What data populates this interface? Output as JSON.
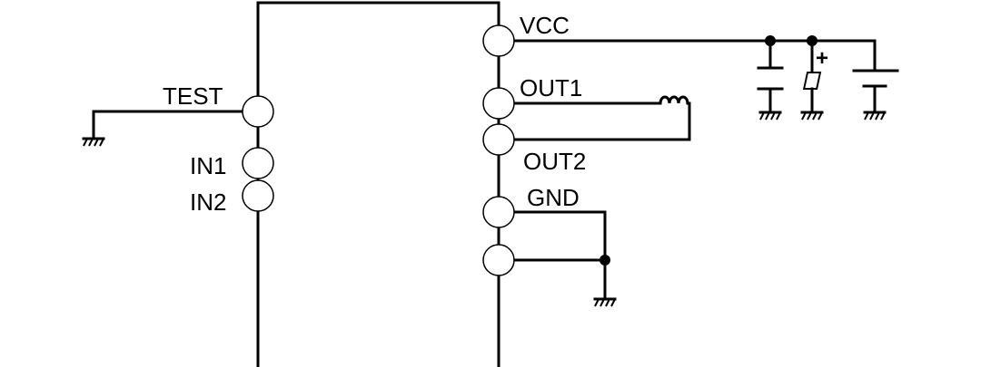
{
  "diagram": {
    "labels": {
      "vcc": "VCC",
      "out1": "OUT1",
      "out2": "OUT2",
      "gnd": "GND",
      "test": "TEST",
      "in1": "IN1",
      "in2": "IN2",
      "plus": "+"
    }
  }
}
